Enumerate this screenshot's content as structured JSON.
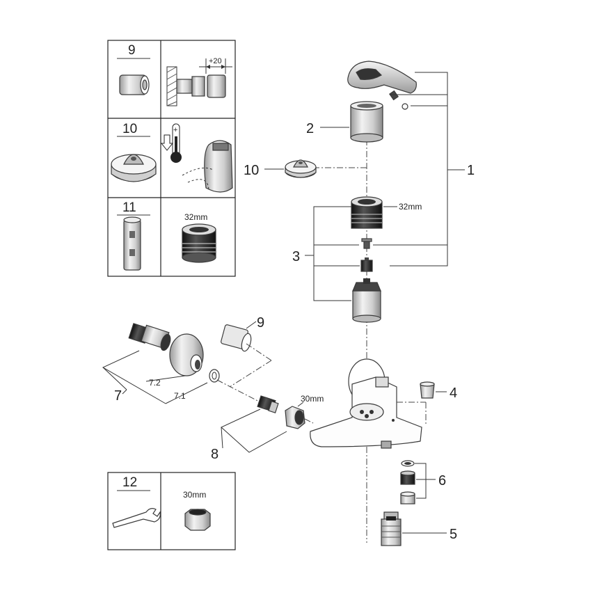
{
  "callouts": {
    "c1": "1",
    "c2": "2",
    "c3": "3",
    "c4": "4",
    "c5": "5",
    "c6": "6",
    "c7": "7",
    "c8": "8",
    "c9": "9",
    "c10": "10",
    "c7_1": "7.1",
    "c7_2": "7.2"
  },
  "dimensions": {
    "cartridge_size": "32mm",
    "nut_size": "30mm",
    "extension": "+20"
  },
  "inset_boxes": {
    "box9": {
      "number": "9"
    },
    "box10": {
      "number": "10"
    },
    "box11": {
      "number": "11",
      "size": "32mm"
    },
    "box12": {
      "number": "12",
      "size": "30mm"
    }
  },
  "colors": {
    "line": "#333333",
    "part_fill": "#d6d6d6",
    "dark_fill": "#2a2a2a",
    "hot": "#b03030"
  }
}
